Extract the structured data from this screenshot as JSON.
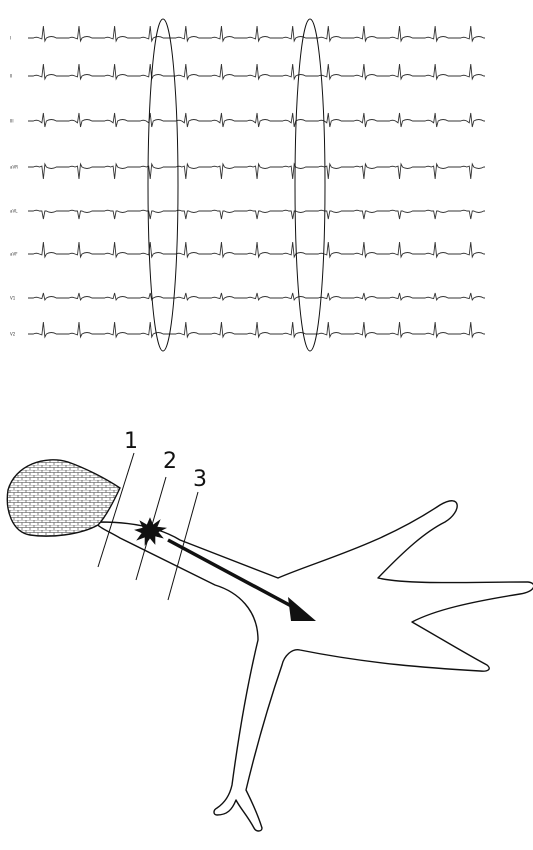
{
  "ecg": {
    "leads": [
      {
        "label": "I",
        "shape": "up"
      },
      {
        "label": "II",
        "shape": "up"
      },
      {
        "label": "III",
        "shape": "biphasic"
      },
      {
        "label": "aVR",
        "shape": "down"
      },
      {
        "label": "aVL",
        "shape": "small-down"
      },
      {
        "label": "aVF",
        "shape": "up"
      },
      {
        "label": "V1",
        "shape": "flat"
      },
      {
        "label": "V2",
        "shape": "up"
      }
    ],
    "beats_per_strip": 13,
    "highlighted_beats": 2
  },
  "neuron": {
    "labels": [
      "1",
      "2",
      "3"
    ],
    "fill_pattern": "brick-hatch",
    "arrow_color": "#111111"
  }
}
